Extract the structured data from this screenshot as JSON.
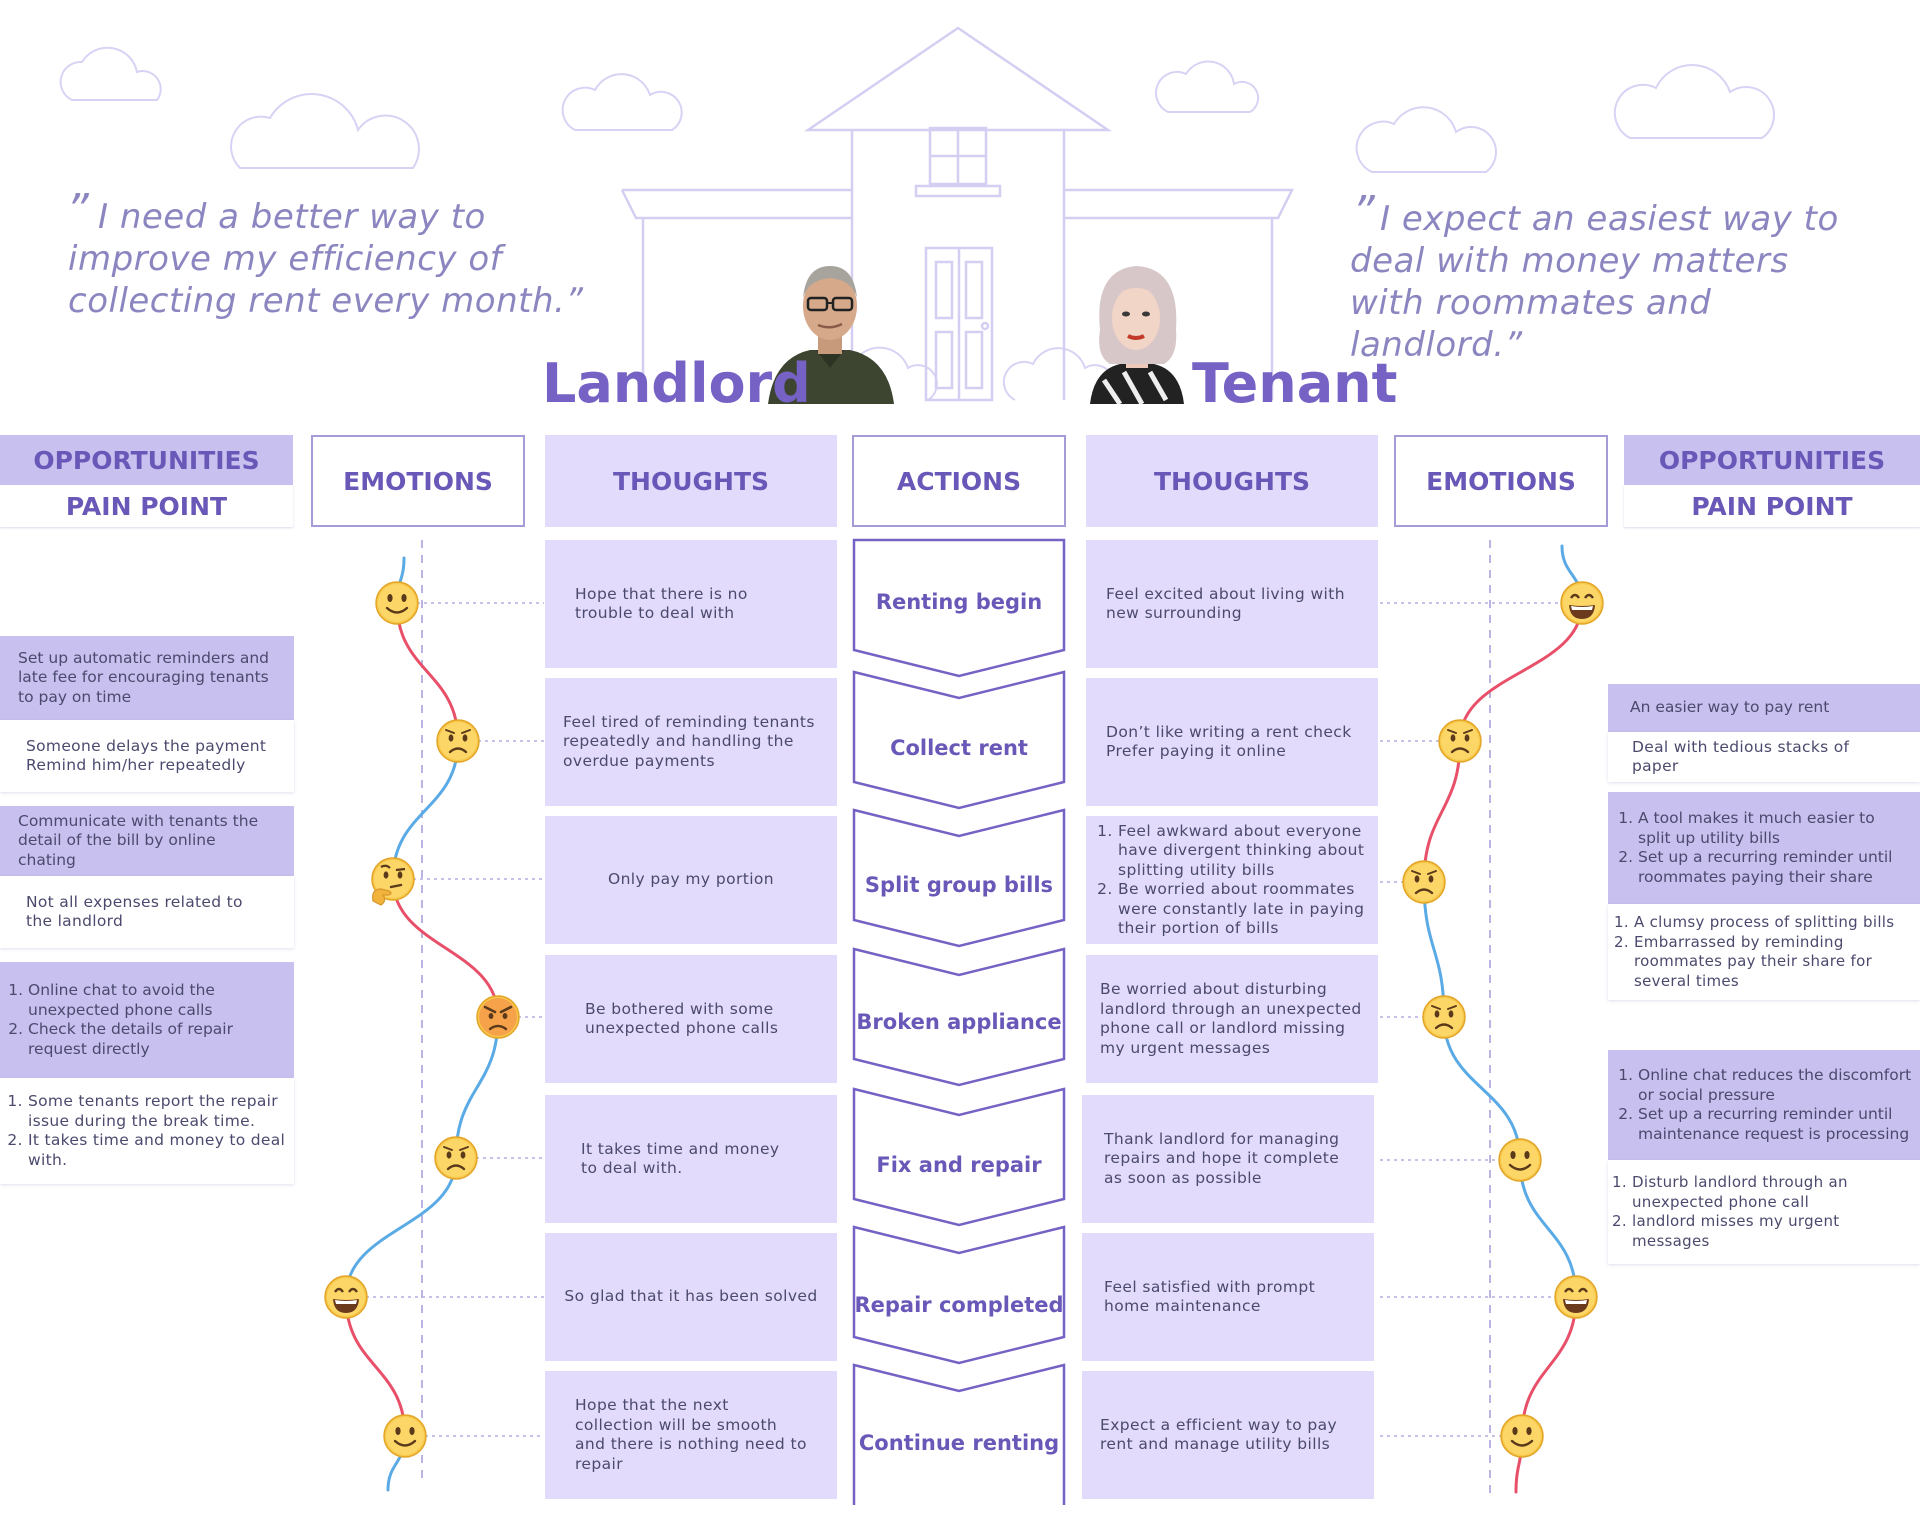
{
  "landlord": {
    "quote_open": "”",
    "quote_text": "I need a better way to improve my efficiency of collecting rent every month.”",
    "name": "Landlord"
  },
  "tenant": {
    "quote_open": "”",
    "quote_text": "I expect an easiest way to deal with money matters with roommates and landlord.”",
    "name": "Tenant"
  },
  "headers": {
    "opportunities": "OPPORTUNITIES",
    "pain_point": "PAIN POINT",
    "emotions": "EMOTIONS",
    "thoughts": "THOUGHTS",
    "actions": "ACTIONS"
  },
  "actions": [
    "Renting begin",
    "Collect rent",
    "Split group bills",
    "Broken appliance",
    "Fix and repair",
    "Repair completed",
    "Continue renting"
  ],
  "landlord_thoughts": [
    "Hope that there is no trouble to deal with",
    "Feel tired of reminding tenants repeatedly and handling the overdue payments",
    "Only pay my portion",
    "Be bothered with some unexpected phone calls",
    "It takes time and money to deal with.",
    "So glad that it has been solved",
    "Hope that the next collection will be smooth and there is nothing need to repair"
  ],
  "tenant_thoughts": [
    {
      "text": "Feel excited about living with new surrounding"
    },
    {
      "text": "Don’t like writing a rent check\nPrefer paying it online"
    },
    {
      "list": [
        "Feel awkward about everyone have divergent thinking about splitting utility bills",
        "Be worried about roommates were constantly late in paying their portion of bills"
      ]
    },
    {
      "text": "Be worried about disturbing landlord through an unexpected phone call or landlord missing my urgent messages"
    },
    {
      "text": "Thank landlord for managing repairs and hope it complete as soon as possible"
    },
    {
      "text": "Feel satisfied with prompt home maintenance"
    },
    {
      "text": "Expect a efficient way to pay rent and manage utility bills"
    }
  ],
  "landlord_emotions": [
    "smile",
    "worried",
    "thinking",
    "angry",
    "worried",
    "grin",
    "smile"
  ],
  "tenant_emotions": [
    "grin",
    "worried",
    "worried",
    "worried",
    "smile",
    "grin",
    "smile"
  ],
  "landlord_opportunities": [
    {
      "opportunity": {
        "text": "Set up automatic reminders and late fee for encouraging tenants to pay on time"
      },
      "pain": {
        "text": "Someone delays the payment\nRemind him/her repeatedly"
      }
    },
    {
      "opportunity": {
        "text": "Communicate with tenants the detail of the bill by online chating"
      },
      "pain": {
        "text": "Not all expenses related to the landlord"
      }
    },
    {
      "opportunity": {
        "list": [
          "Online chat to avoid the unexpected phone calls",
          "Check the details of repair request directly"
        ]
      },
      "pain": {
        "list": [
          "Some tenants report the repair issue during the break time.",
          "It takes time and money to deal with."
        ]
      }
    }
  ],
  "tenant_opportunities": [
    {
      "opportunity": {
        "text": "An easier way to pay rent"
      },
      "pain": {
        "text": "Deal with tedious stacks of paper"
      }
    },
    {
      "opportunity": {
        "list": [
          "A tool makes it much easier to split up utility bills",
          "Set up a recurring reminder until roommates paying their share"
        ]
      },
      "pain": {
        "list": [
          "A clumsy process of splitting bills",
          "Embarrassed by reminding roommates pay their share for several times"
        ]
      }
    },
    {
      "opportunity": {
        "list": [
          "Online chat reduces the discomfort or social pressure",
          "Set up a recurring reminder until maintenance request is processing"
        ]
      },
      "pain": {
        "list": [
          "Disturb landlord through an unexpected phone call",
          "landlord misses my urgent messages"
        ]
      }
    }
  ],
  "colors": {
    "accent": "#7562c4",
    "header_fill": "#e2dbfb",
    "opportunity_fill": "#c8c0ee",
    "curve_positive": "#5aaae6",
    "curve_negative": "#e8506a",
    "line_art": "#d4cff2"
  }
}
